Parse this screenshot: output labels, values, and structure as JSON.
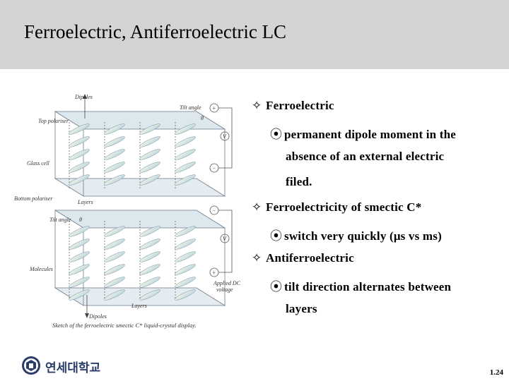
{
  "slide": {
    "title": "Ferroelectric, Antiferroelectric LC",
    "page_number": "1.24"
  },
  "bullets": [
    {
      "level": 1,
      "marker": "✧",
      "text": "Ferroelectric"
    },
    {
      "level": 2,
      "marker": "⦿",
      "text": "permanent dipole moment in the"
    },
    {
      "level": 2,
      "marker": "",
      "text": "absence of an external electric"
    },
    {
      "level": 2,
      "marker": "",
      "text": "filed."
    },
    {
      "level": 1,
      "marker": "✧",
      "text": "Ferroelectricity of smectic C*"
    },
    {
      "level": 2,
      "marker": "⦿",
      "text": "switch very quickly  (μs vs ms)"
    },
    {
      "level": 1,
      "marker": "✧",
      "text": "Antiferroelectric"
    },
    {
      "level": 2,
      "marker": "⦿",
      "text": "tilt direction alternates  between"
    },
    {
      "level": 2,
      "marker": "",
      "text": "layers"
    }
  ],
  "figure": {
    "labels": {
      "dipoles": "Dipoles",
      "top_polariser": "Top polariser",
      "tilt_angle_top": "Tilt angle",
      "glass_cell": "Glass cell",
      "bottom_polariser": "Bottom polariser",
      "layers_top": "Layers",
      "tilt_angle_bottom": "Tilt angle",
      "molecules": "Molecules",
      "applied_dc": "Applied DC",
      "voltage": "voltage",
      "dipoles_bottom": "Dipoles",
      "layers_bottom": "Layers",
      "v_top": "V",
      "v_bottom": "V",
      "theta_top": "θ",
      "theta_bottom": "θ",
      "plus_top": "+",
      "minus_top": "−",
      "minus_bottom_top": "−",
      "plus_bottom": "+"
    },
    "caption": "Sketch of the ferroelectric smectic C* liquid-crystal display."
  },
  "logo": {
    "text": "연세대학교",
    "icon": "university-seal-icon"
  }
}
